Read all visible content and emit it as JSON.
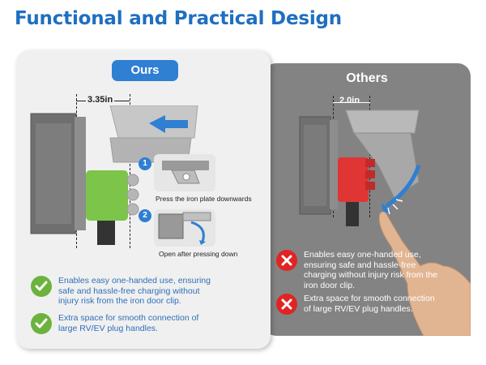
{
  "headline": "Functional and Practical Design",
  "ours": {
    "tag": "Ours",
    "dimension": "3.35in",
    "steps": [
      {
        "number": "1",
        "caption": "Press the iron plate downwards"
      },
      {
        "number": "2",
        "caption": "Open after pressing down"
      }
    ],
    "features": [
      {
        "icon": "check-icon",
        "lines": [
          "Enables easy one-handed use, ensuring",
          "safe and hassle-free charging without",
          "injury risk from the iron door clip."
        ]
      },
      {
        "icon": "check-icon",
        "lines": [
          "Extra space for smooth connection of",
          "large RV/EV plug handles."
        ]
      }
    ]
  },
  "others": {
    "tag": "Others",
    "dimension": "2.0in",
    "features": [
      {
        "icon": "cross-icon",
        "lines": [
          "Enables easy one-handed use,",
          "ensuring safe and hassle-free",
          "charging without injury risk from the",
          "iron door clip."
        ]
      },
      {
        "icon": "cross-icon",
        "lines": [
          "Extra space for smooth connection",
          "of large RV/EV plug handles."
        ]
      }
    ]
  },
  "colors": {
    "accent": "#1f6fc0",
    "check": "#6cb33e",
    "cross": "#e02424",
    "plug_ours": "#7cc44a",
    "plug_others": "#e03535"
  }
}
